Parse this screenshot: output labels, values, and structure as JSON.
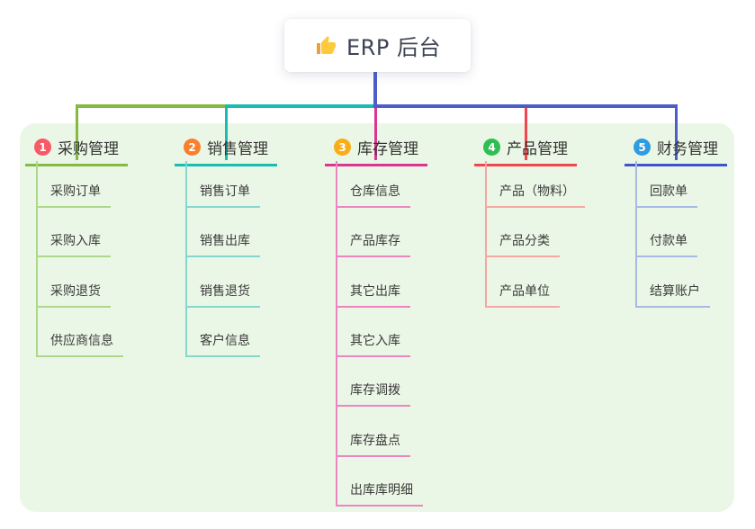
{
  "root": {
    "title": "ERP 后台",
    "icon": "thumbs-up-icon"
  },
  "colors": {
    "canvas_bg": "#EBF7E6",
    "center_line": "#4D5EC9",
    "trunk_green": "#82BB3F",
    "trunk_teal": "#17BDB2",
    "trunk_blue": "#4D5EC9",
    "drop_magenta": "#DB3590",
    "drop_red": "#F2464E",
    "icon_hand": "#FFC93C",
    "icon_cuff": "#E9A13B"
  },
  "branches": [
    {
      "num": "1",
      "label": "采购管理",
      "badge_color": "#F75966",
      "line_color": "#82BB3F",
      "child_line_color": "#AFD78C",
      "children": [
        "采购订单",
        "采购入库",
        "采购退货",
        "供应商信息"
      ]
    },
    {
      "num": "2",
      "label": "销售管理",
      "badge_color": "#F8802D",
      "line_color": "#17BDB2",
      "child_line_color": "#85D6CC",
      "children": [
        "销售订单",
        "销售出库",
        "销售退货",
        "客户信息"
      ]
    },
    {
      "num": "3",
      "label": "库存管理",
      "badge_color": "#FBAD18",
      "line_color": "#DB3590",
      "child_line_color": "#EC86C0",
      "children": [
        "仓库信息",
        "产品库存",
        "其它出库",
        "其它入库",
        "库存调拨",
        "库存盘点",
        "出库库明细"
      ]
    },
    {
      "num": "4",
      "label": "产品管理",
      "badge_color": "#2EBE54",
      "line_color": "#F2464E",
      "child_line_color": "#F5A7A4",
      "children": [
        "产品（物料）",
        "产品分类",
        "产品单位"
      ]
    },
    {
      "num": "5",
      "label": "财务管理",
      "badge_color": "#2F9BE1",
      "line_color": "#3F54C8",
      "child_line_color": "#A6BAE4",
      "children": [
        "回款单",
        "付款单",
        "结算账户"
      ]
    }
  ]
}
